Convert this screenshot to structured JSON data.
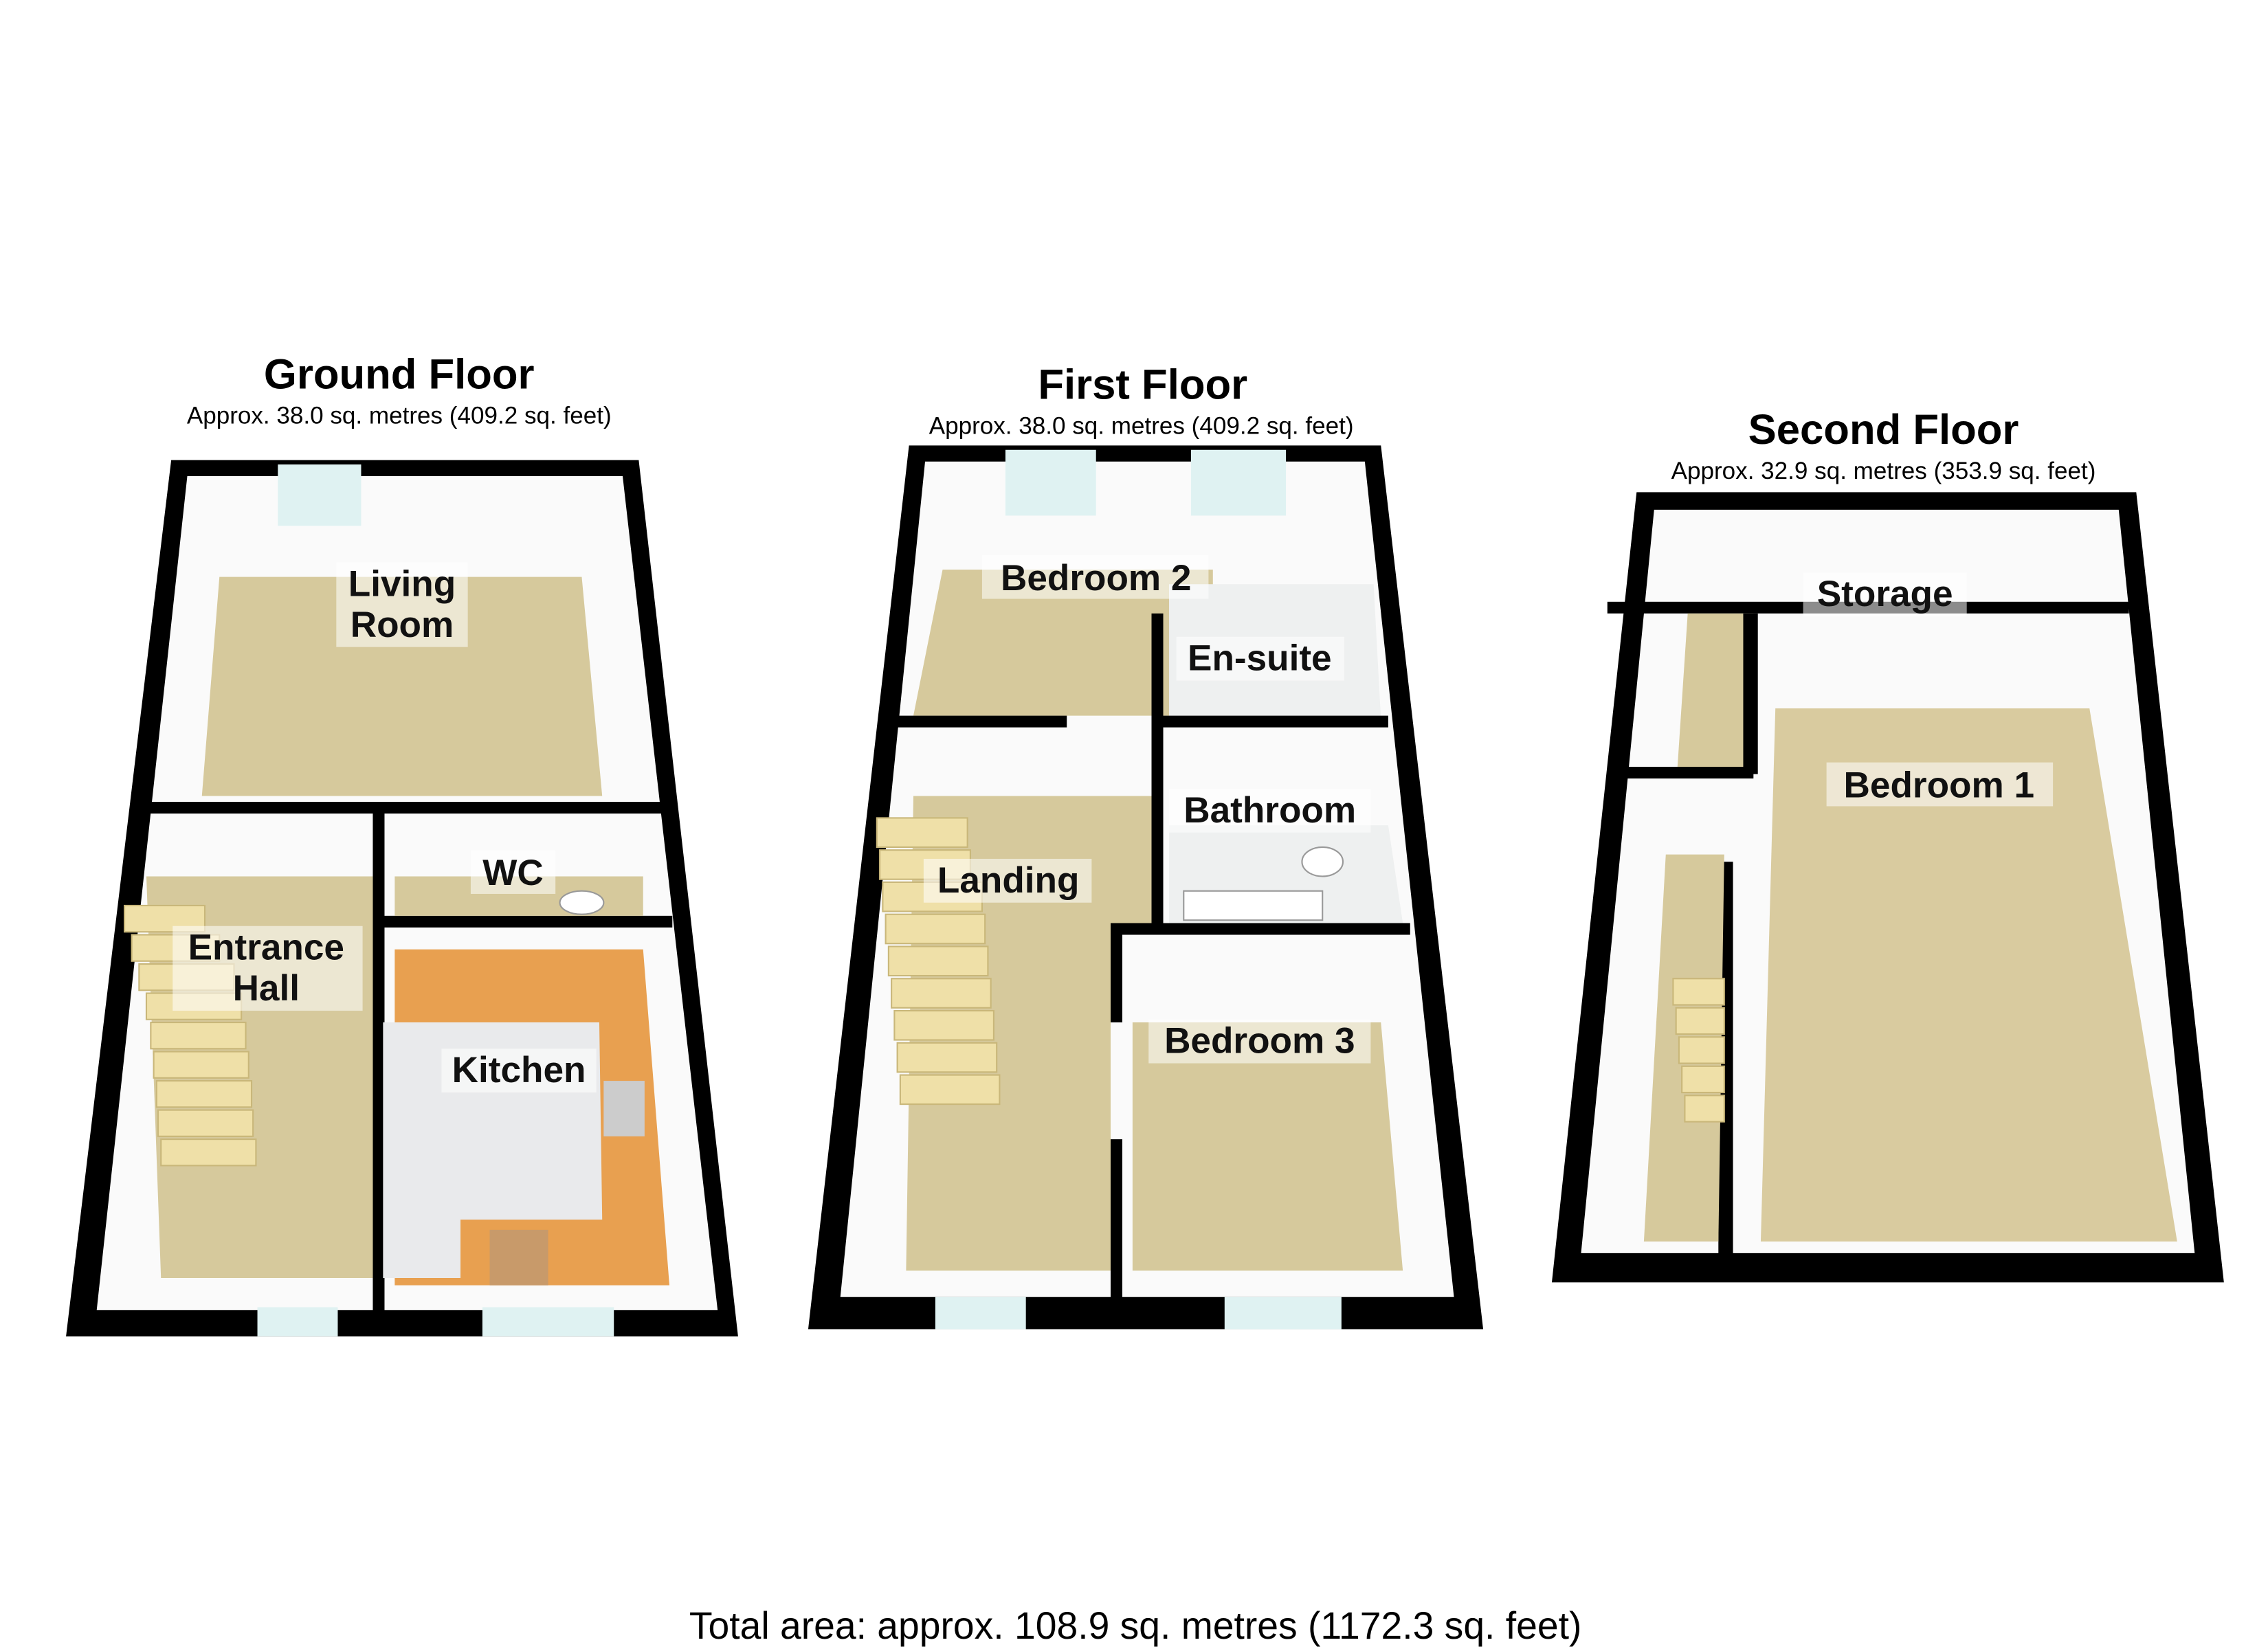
{
  "floors": [
    {
      "title": "Ground Floor",
      "area": "Approx. 38.0 sq. metres (409.2 sq. feet)",
      "rooms": [
        [
          "Living",
          "Room"
        ],
        [
          "WC"
        ],
        [
          "Entrance",
          "Hall"
        ],
        [
          "Kitchen"
        ]
      ]
    },
    {
      "title": "First Floor",
      "area": "Approx. 38.0 sq. metres (409.2 sq. feet)",
      "rooms": [
        [
          "Bedroom 2"
        ],
        [
          "En-suite"
        ],
        [
          "Bathroom"
        ],
        [
          "Landing"
        ],
        [
          "Bedroom 3"
        ]
      ]
    },
    {
      "title": "Second Floor",
      "area": "Approx. 32.9 sq. metres (353.9 sq. feet)",
      "rooms": [
        [
          "Storage"
        ],
        [
          "Bedroom 1"
        ]
      ]
    }
  ],
  "total": "Total area: approx. 108.9 sq. metres (1172.3 sq. feet)",
  "colors": {
    "wall": "#000000",
    "floor": "#d6c99c",
    "kitchen_counter": "#e8a050",
    "window": "#dff2f2"
  }
}
